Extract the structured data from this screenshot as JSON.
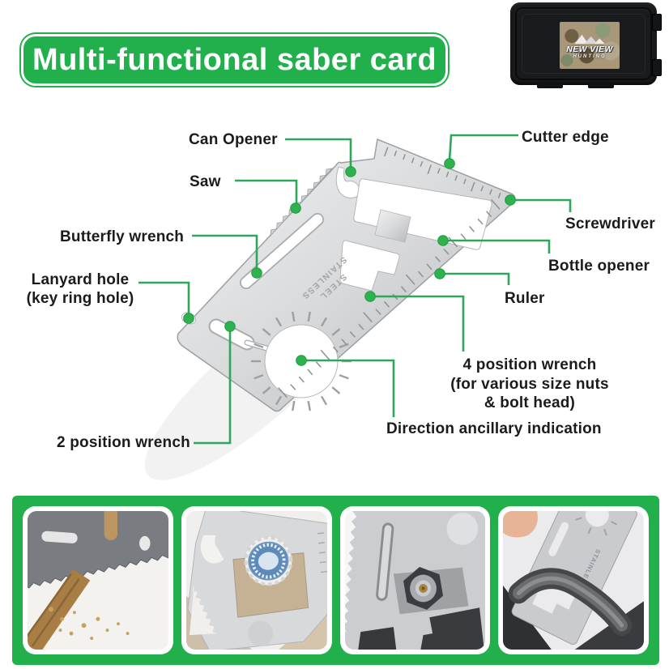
{
  "banner": {
    "title": "Multi-functional saber card"
  },
  "case": {
    "brand_line1": "NEW VIEW",
    "brand_line2": "HUNTING"
  },
  "callouts": {
    "can_opener": "Can Opener",
    "saw": "Saw",
    "cutter_edge": "Cutter edge",
    "screwdriver": "Screwdriver",
    "butterfly_wrench": "Butterfly wrench",
    "lanyard_line1": "Lanyard hole",
    "lanyard_line2": "(key ring hole)",
    "bottle_opener": "Bottle opener",
    "ruler": "Ruler",
    "four_pos_line1": "4 position wrench",
    "four_pos_line2": "(for various size nuts",
    "four_pos_line3": "& bolt head)",
    "direction": "Direction ancillary indication",
    "two_pos": "2 position wrench"
  },
  "card": {
    "engraving_line1": "STAINLESS",
    "engraving_line2": "STEEL"
  },
  "colors": {
    "accent_green": "#21b04c",
    "callout_line_green": "#2fa75a",
    "callout_dot_green": "#2db24d",
    "label_text": "#1b1b1b",
    "steel_light": "#eceded",
    "steel_dark": "#b9bbbe",
    "case_black": "#1a1b1d"
  }
}
